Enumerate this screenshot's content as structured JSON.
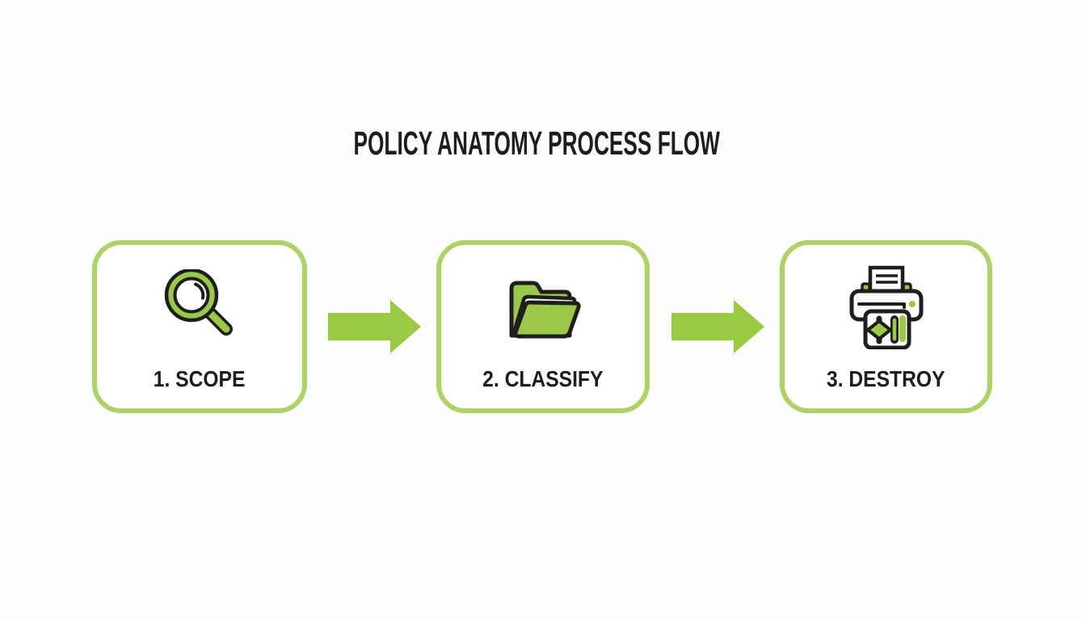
{
  "title": "POLICY ANATOMY PROCESS FLOW",
  "colors": {
    "accent_green": "#9cc84a",
    "arrow_green": "#9aca43",
    "border_green": "#aed266",
    "outline_dark": "#1e1e1c",
    "text_dark": "#1d1d1b",
    "background": "#fdfdfc",
    "card_background": "#ffffff"
  },
  "steps": [
    {
      "label": "1. SCOPE",
      "icon": "magnifier-icon"
    },
    {
      "label": "2. CLASSIFY",
      "icon": "folder-icon"
    },
    {
      "label": "3. DESTROY",
      "icon": "shredder-icon"
    }
  ],
  "arrows": [
    {
      "name": "arrow-1",
      "direction": "right"
    },
    {
      "name": "arrow-2",
      "direction": "right"
    }
  ]
}
